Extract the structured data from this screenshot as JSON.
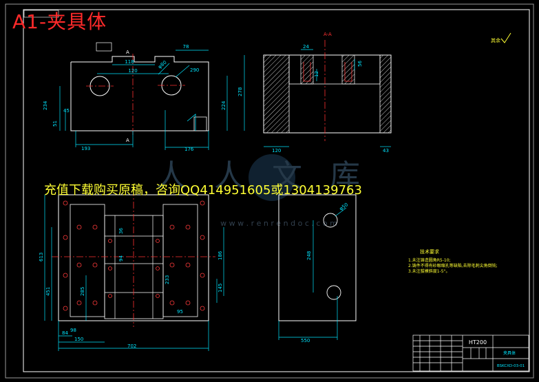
{
  "title": "A1-夹具体",
  "ad_text": "充值下载购买原稿，咨询QQ414951605或1304139763",
  "watermark": "人人文库",
  "watermark_url": "w w w . r e n r e n d o c . c o m",
  "section_label": "A-A",
  "cut_label_a": "A",
  "roughness_note": "其余",
  "material": "HT200",
  "part_name": "夹具体",
  "drawing_number": "BSKCXD-03-01",
  "tech_req_title": "技术要求",
  "tech_req": [
    "1.未注铸造圆角R5-10;",
    "2.铸件不得有砂眼缩孔等缺陷,去除毛刺尖角倒钝;",
    "3.未注拔模斜度1-5°。"
  ],
  "dims": {
    "d78": "78",
    "d118": "118",
    "d120": "120",
    "d280": "φ80",
    "d290": "290",
    "d234": "234",
    "d51": "51",
    "d45": "45",
    "d224": "224",
    "d278": "278",
    "d193": "193",
    "d176": "176",
    "d24": "24",
    "d56": "56",
    "d120b": "120",
    "d43": "43",
    "d613": "613",
    "d451": "451",
    "d285": "285",
    "d98": "98",
    "d84": "84",
    "d150": "150",
    "d702": "702",
    "d186": "186",
    "d145": "145",
    "d233": "233",
    "d95": "95",
    "d248": "248",
    "d550": "550",
    "d50": "φ50",
    "d36": "36",
    "d94": "94",
    "d12": "12"
  },
  "colors": {
    "outline": "#ffffff",
    "dimension": "#00e5ff",
    "center_line": "#ff3030",
    "hole": "#ff3b3b",
    "hatch": "#c9c9c9",
    "note": "#ffff33",
    "title_text": "#ff2a2a",
    "frame": "#9a9a9a"
  }
}
